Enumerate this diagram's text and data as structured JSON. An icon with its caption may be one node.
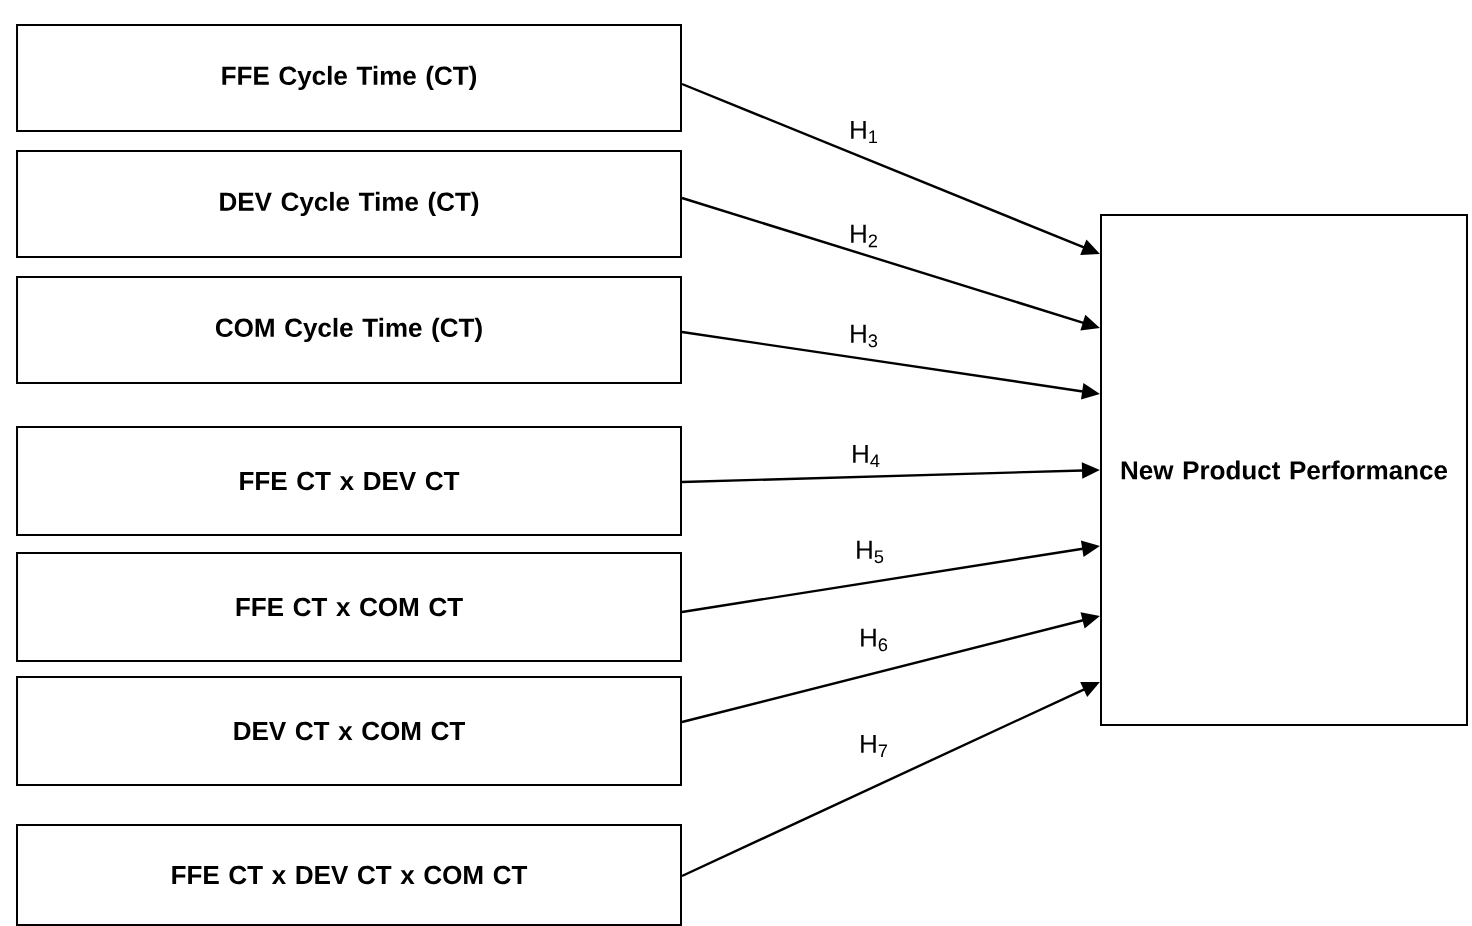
{
  "diagram": {
    "nodes": [
      {
        "text": [
          "FFE Cycle Time (CT)"
        ]
      },
      {
        "text": [
          "DEV Cycle Time (CT)"
        ]
      },
      {
        "text": [
          "COM Cycle Time (CT)"
        ]
      },
      {
        "text": [
          "FFE CT x DEV CT"
        ]
      },
      {
        "text": [
          "FFE CT x COM CT"
        ]
      },
      {
        "text": [
          "DEV CT x COM CT"
        ]
      },
      {
        "text": [
          "FFE CT x DEV CT x COM CT"
        ]
      },
      {
        "text": [
          "New Product Performance"
        ]
      }
    ],
    "edges": [
      {
        "from": 0,
        "to": 7,
        "arrow": "to",
        "label": "H$_{1}$"
      },
      {
        "from": 1,
        "to": 7,
        "arrow": "to",
        "label": "H$_{2}$"
      },
      {
        "from": 2,
        "to": 7,
        "arrow": "to",
        "label": "H$_{3}$"
      },
      {
        "from": 3,
        "to": 7,
        "arrow": "to",
        "label": "H$_{4}$"
      },
      {
        "from": 4,
        "to": 7,
        "arrow": "to",
        "label": "H$_{5}$"
      },
      {
        "from": 5,
        "to": 7,
        "arrow": "to",
        "label": "H$_{6}$"
      },
      {
        "from": 6,
        "to": 7,
        "arrow": "to",
        "label": "H$_{7}$"
      }
    ]
  }
}
